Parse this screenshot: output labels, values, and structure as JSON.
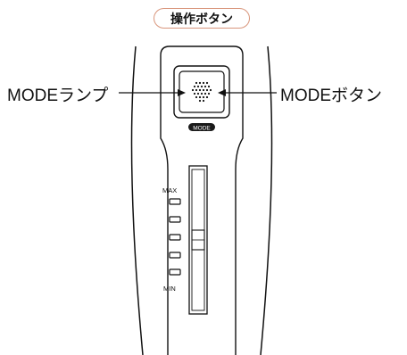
{
  "header": {
    "title": "操作ボタン"
  },
  "callouts": {
    "lamp_label": "MODEランプ",
    "button_label": "MODEボタン"
  },
  "device": {
    "mode_tag": "MODE",
    "level_max": "MAX",
    "level_min": "MIN",
    "indicator_lamps": 5
  },
  "colors": {
    "title_border": "#d9967c",
    "line": "#111111",
    "tag_fill": "#1a1a1a"
  }
}
